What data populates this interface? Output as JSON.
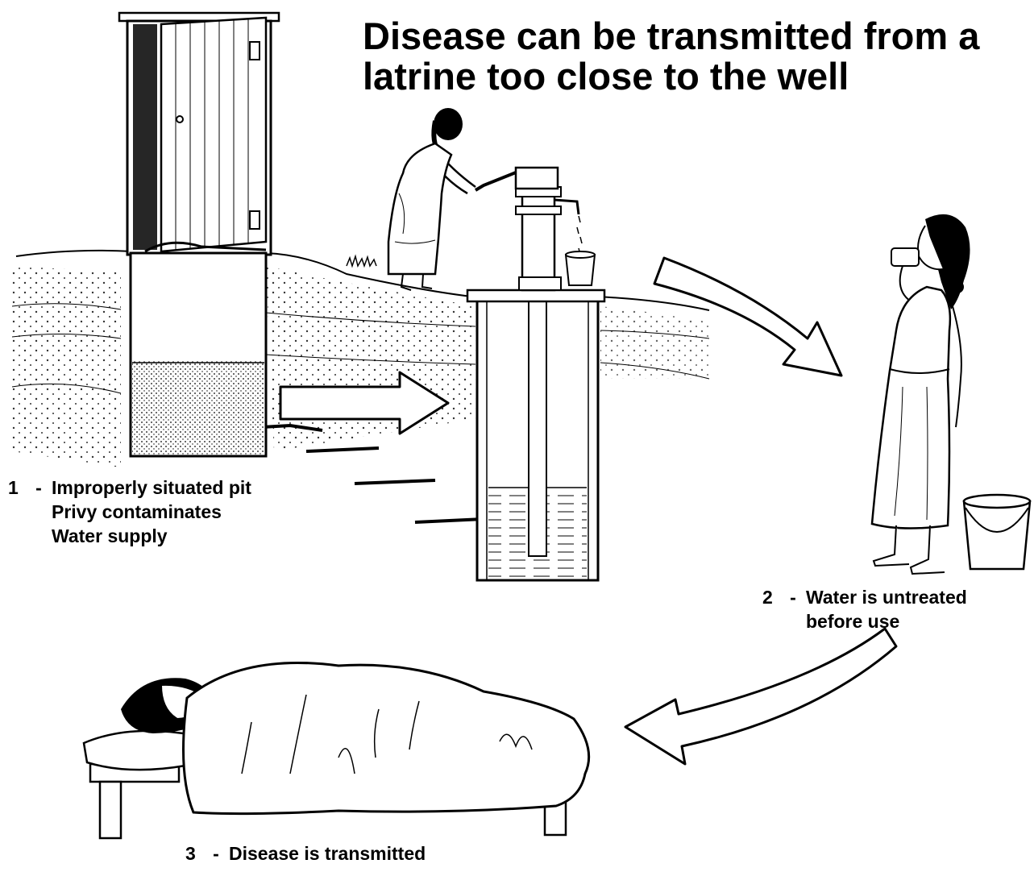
{
  "title": {
    "line1": "Disease can be transmitted from a",
    "line2": "latrine too close to the well"
  },
  "captions": {
    "step1": {
      "number": "1",
      "separator": "-",
      "line1": "Improperly situated pit",
      "line2": "Privy contaminates",
      "line3": "Water supply"
    },
    "step2": {
      "number": "2",
      "separator": "-",
      "line1": "Water is untreated",
      "line2": "before use"
    },
    "step3": {
      "number": "3",
      "separator": "-",
      "line1": "Disease is transmitted"
    }
  },
  "colors": {
    "ink": "#000000",
    "paper": "#ffffff"
  },
  "icons": [
    "latrine-illustration",
    "hand-pump-well-illustration",
    "woman-pumping-illustration",
    "girl-drinking-illustration",
    "sick-person-in-bed-illustration",
    "flow-arrow"
  ]
}
